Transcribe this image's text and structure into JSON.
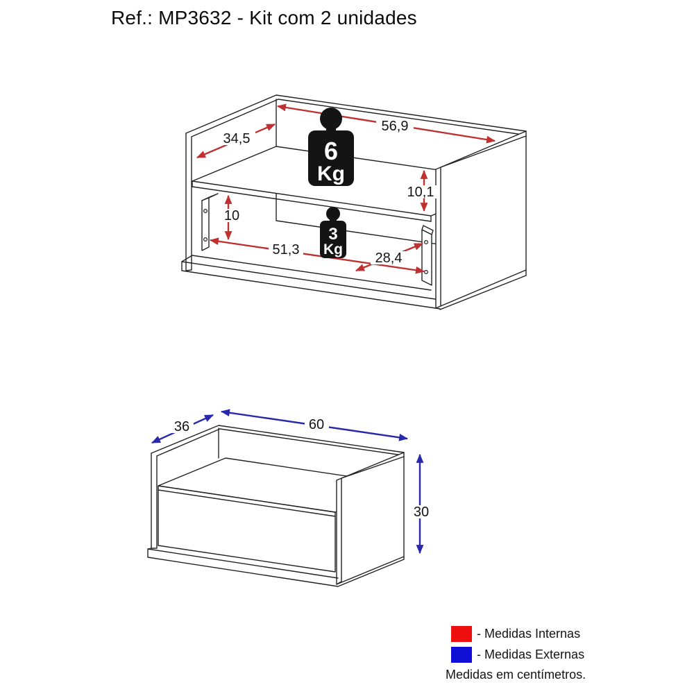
{
  "title": "Ref.: MP3632 - Kit com 2 unidades",
  "colors": {
    "internal_arrow": "#bf3030",
    "external_arrow": "#2828ad",
    "legend_internal": "#ee0f0f",
    "legend_external": "#0f0fd6",
    "line": "#222222"
  },
  "icons": {
    "weight": "kettlebell-weight-icon"
  },
  "top_diagram": {
    "weights": {
      "upper": {
        "value": "6",
        "unit": "Kg"
      },
      "lower": {
        "value": "3",
        "unit": "Kg"
      }
    },
    "dims": {
      "inner_width_top": "56,9",
      "inner_depth": "34,5",
      "upper_compartment_height": "10,1",
      "rail_height": "10",
      "inner_width_bottom": "51,3",
      "inner_diagonal": "28,4"
    }
  },
  "bottom_diagram": {
    "dims": {
      "depth": "36",
      "width": "60",
      "height": "30"
    }
  },
  "legend": {
    "internal": "- Medidas Internas",
    "external": "- Medidas Externas",
    "note": "Medidas em centímetros."
  }
}
